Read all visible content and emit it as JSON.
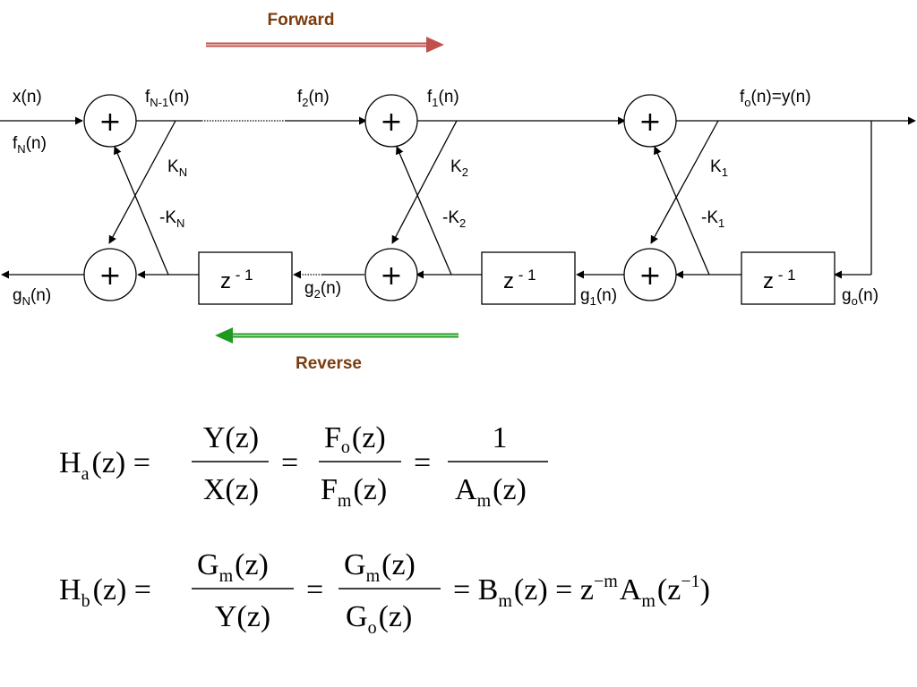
{
  "direction": {
    "forward": "Forward",
    "reverse": "Reverse"
  },
  "signals": {
    "x_in": "x(n)",
    "fN": [
      "f",
      "N",
      "(n)"
    ],
    "fN1": [
      "f",
      "N-1",
      "(n)"
    ],
    "f2": [
      "f",
      "2",
      "(n)"
    ],
    "f1": [
      "f",
      "1",
      "(n)"
    ],
    "fo": [
      "f",
      "o",
      "(n)=y(n)"
    ],
    "gN": [
      "g",
      "N",
      "(n)"
    ],
    "g2": [
      "g",
      "2",
      "(n)"
    ],
    "g1": [
      "g",
      "1",
      "(n)"
    ],
    "go": [
      "g",
      "o",
      "(n)"
    ]
  },
  "coefficients": {
    "kN": [
      "K",
      "N"
    ],
    "mkN": [
      "-K",
      "N"
    ],
    "k2": [
      "K",
      "2"
    ],
    "mk2": [
      "-K",
      "2"
    ],
    "k1": [
      "K",
      "1"
    ],
    "mk1": [
      "-K",
      "1"
    ]
  },
  "adder_symbol": "+",
  "delay": {
    "z": "z",
    "exp": " - 1"
  },
  "equations": {
    "ha": {
      "lhs": [
        "H",
        "a",
        "(z) ="
      ],
      "f1_num": "Y(z)",
      "f1_den": "X(z)",
      "eq1": "=",
      "f2_num": [
        "F",
        "o",
        "(z)"
      ],
      "f2_den": [
        "F",
        "m",
        "(z)"
      ],
      "eq2": "=",
      "f3_num": "1",
      "f3_den": [
        "A",
        "m",
        "(z)"
      ]
    },
    "hb": {
      "lhs": [
        "H",
        "b",
        "(z) ="
      ],
      "f1_num": [
        "G",
        "m",
        "(z)"
      ],
      "f1_den": "Y(z)",
      "eq1": "=",
      "f2_num": [
        "G",
        "m",
        "(z)"
      ],
      "f2_den": [
        "G",
        "o",
        "(z)"
      ],
      "rhs": [
        "= B",
        "m",
        "(z) = z",
        "−m",
        "A",
        "m",
        "(z",
        "−1",
        ")"
      ]
    }
  }
}
